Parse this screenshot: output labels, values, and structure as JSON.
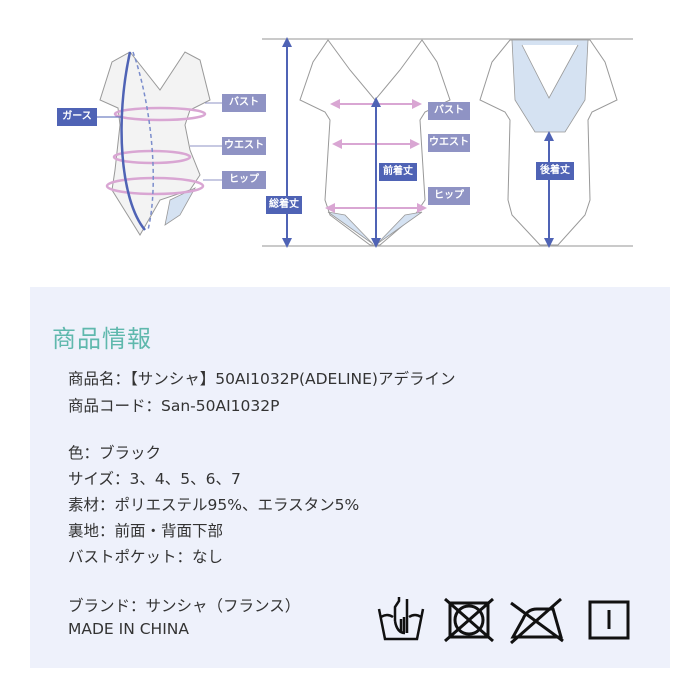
{
  "diagram": {
    "left_labels": {
      "girth": "ガース",
      "bust": "バスト",
      "waist": "ウエスト",
      "hip": "ヒップ"
    },
    "front_labels": {
      "bust": "バスト",
      "waist": "ウエスト",
      "hip": "ヒップ",
      "front_length": "前着丈",
      "total_length": "総着丈"
    },
    "back_labels": {
      "back_length": "後着丈"
    },
    "colors": {
      "measure_line": "#4f63b5",
      "circumference": "#d9a6d3",
      "lining": "#d5e2f2"
    }
  },
  "info": {
    "title": "商品情報",
    "product_name": "商品名：【サンシャ】50AI1032P(ADELINE)アデライン",
    "product_code": "商品コード：San-50AI1032P",
    "color": "色：ブラック",
    "sizes": "サイズ：3、4、5、6、7",
    "material": "素材：ポリエステル95%、エラスタン5%",
    "lining": "裏地：前面・背面下部",
    "bust_pocket": "バストポケット：なし",
    "brand": "ブランド：サンシャ（フランス）",
    "origin": "MADE IN CHINA",
    "care_icons": [
      "hand-wash-icon",
      "no-tumble-dry-icon",
      "no-iron-icon",
      "line-dry-icon"
    ]
  }
}
